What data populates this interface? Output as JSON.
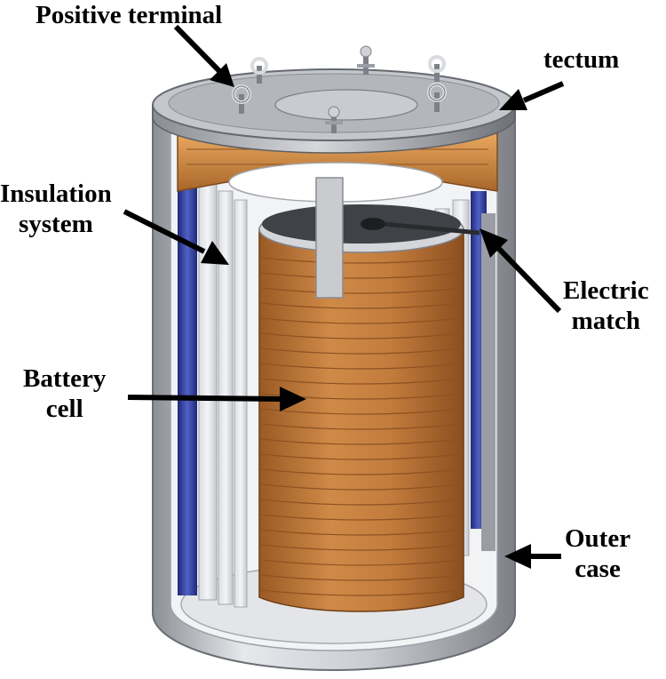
{
  "labels": {
    "positive_terminal": "Positive terminal",
    "tectum": "tectum",
    "insulation_1": "Insulation",
    "insulation_2": "system",
    "electric_1": "Electric",
    "electric_2": "match",
    "battery_1": "Battery",
    "battery_2": "cell",
    "outer_1": "Outer",
    "outer_2": "case"
  },
  "colors": {
    "copper": "#c07a3a",
    "steel": "#b9bcc2",
    "insulation_blue": "#2b3a9a",
    "arrow": "#000000"
  }
}
